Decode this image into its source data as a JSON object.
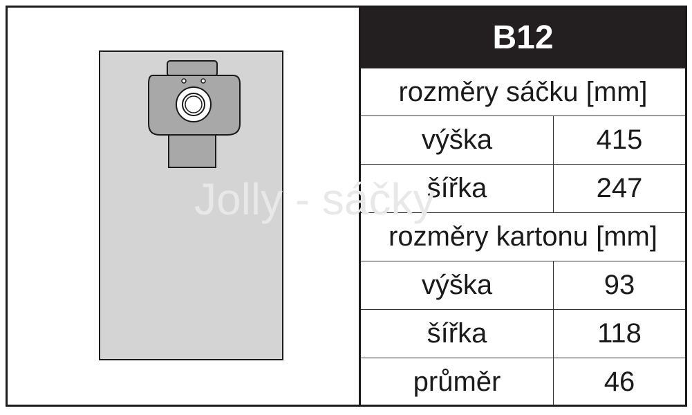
{
  "title": "B12",
  "watermark": "Jolly - sáčky",
  "bag_section": {
    "heading": "rozměry sáčku [mm]",
    "rows": [
      {
        "label": "výška",
        "value": "415"
      },
      {
        "label": "šířka",
        "value": "247"
      }
    ]
  },
  "carton_section": {
    "heading": "rozměry kartonu [mm]",
    "rows": [
      {
        "label": "výška",
        "value": "93"
      },
      {
        "label": "šířka",
        "value": "118"
      },
      {
        "label": "průměr",
        "value": "46"
      }
    ]
  },
  "colors": {
    "header_bg": "#231f20",
    "bag_fill": "#d4d4d4",
    "carton_fill": "#a8a8a8"
  }
}
